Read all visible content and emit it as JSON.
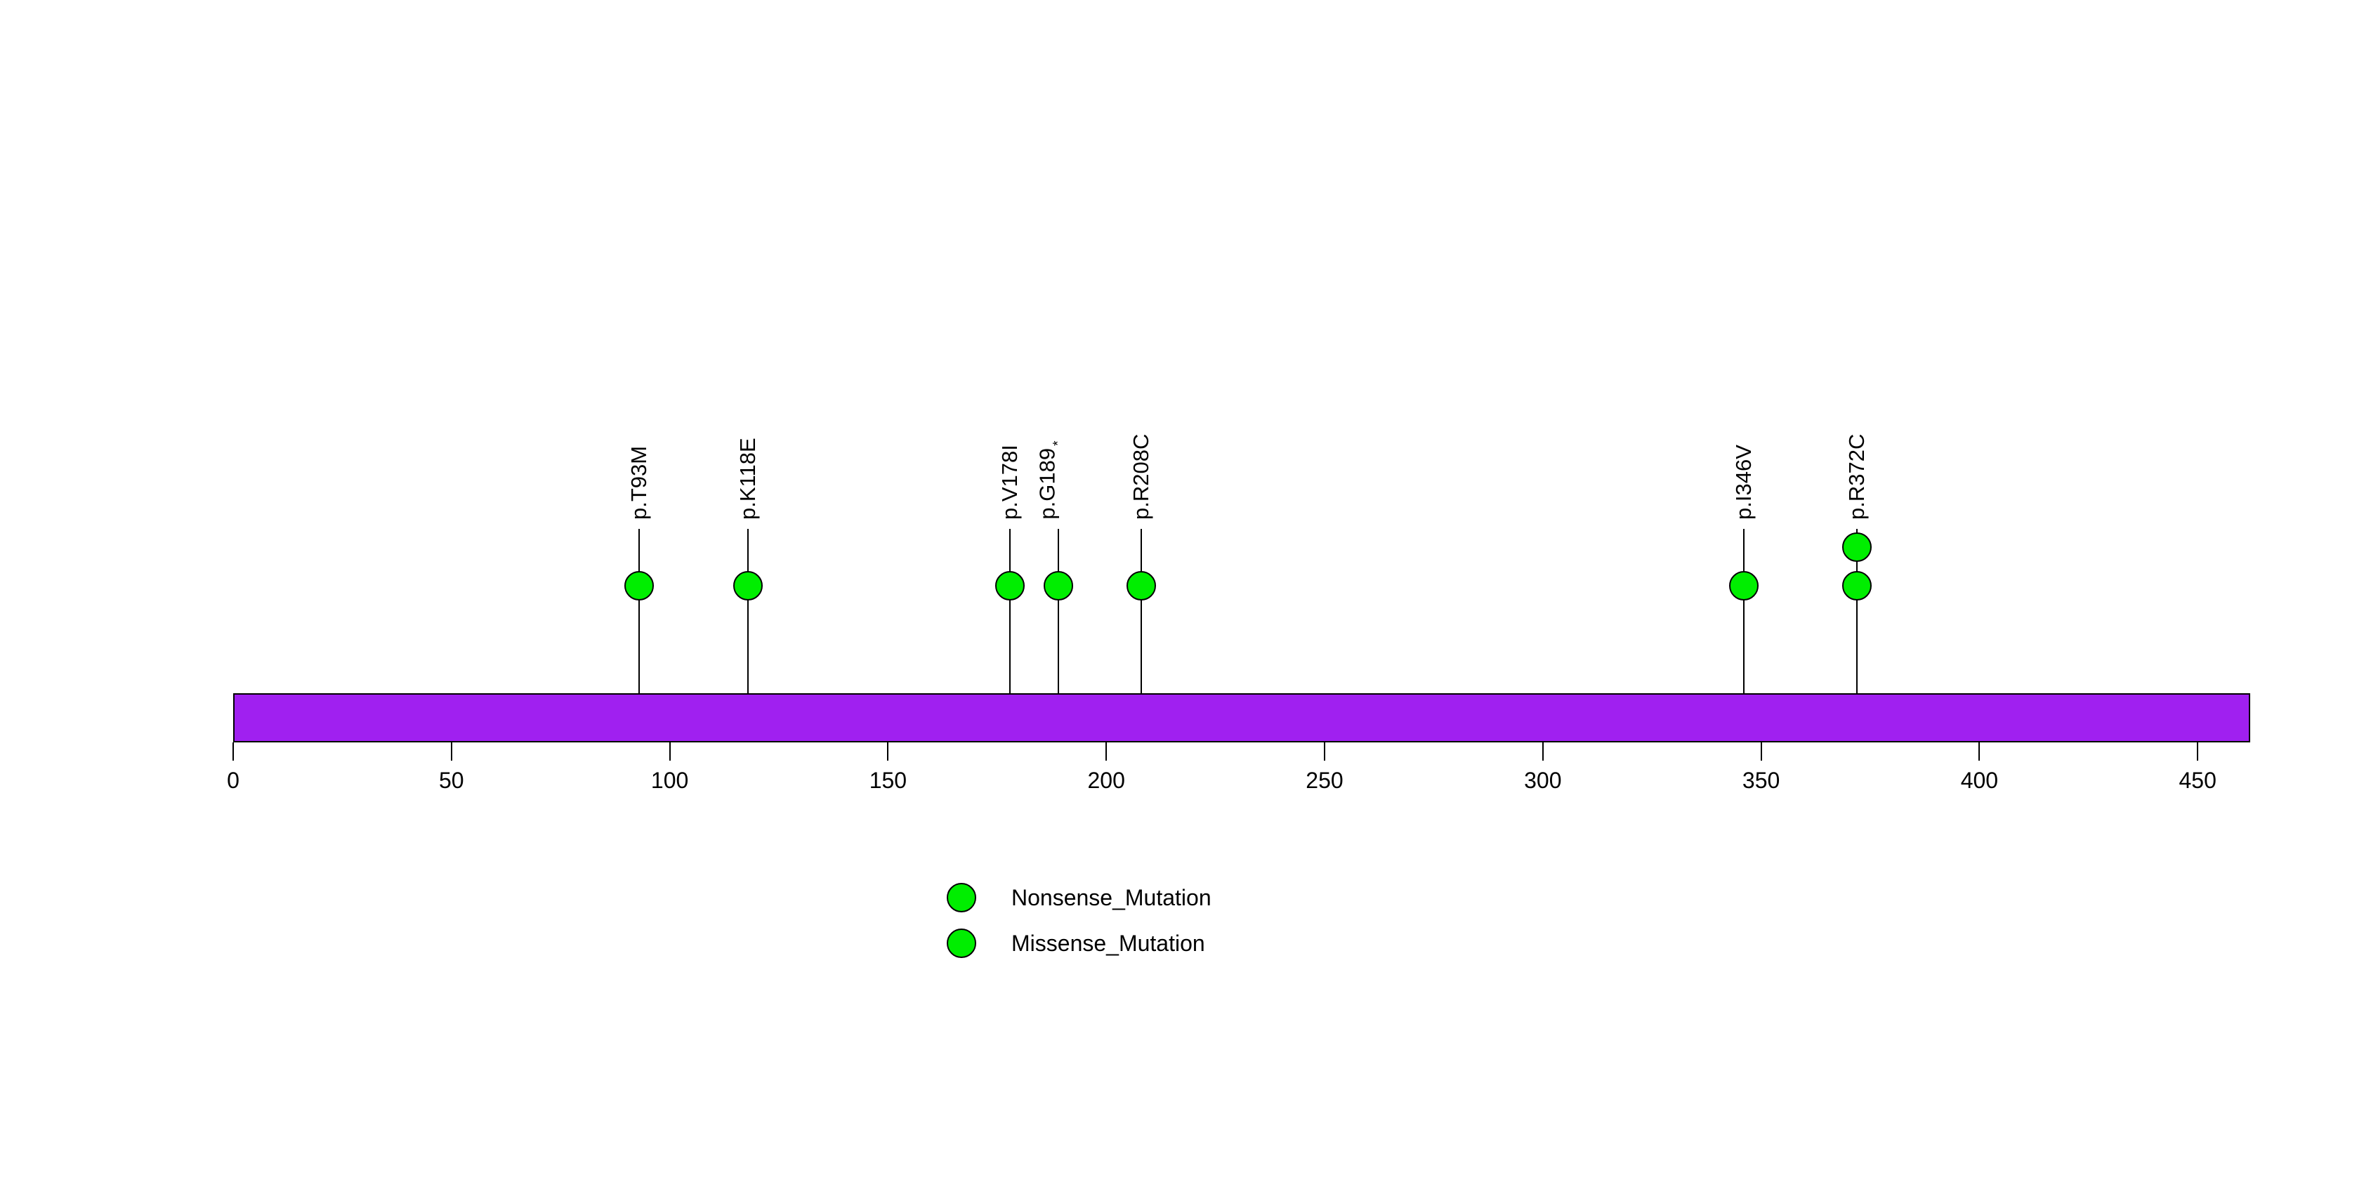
{
  "chart_data": {
    "type": "lollipop",
    "title": "",
    "xlim": [
      0,
      462
    ],
    "x_ticks": [
      0,
      50,
      100,
      150,
      200,
      250,
      300,
      350,
      400,
      450
    ],
    "grid": false,
    "protein_bar": {
      "start": 0,
      "end": 462,
      "color": "#A020F0"
    },
    "point_color": "#00EE00",
    "stem_color": "#000000",
    "mutations": [
      {
        "label": "p.T93M",
        "position": 93,
        "count": 1
      },
      {
        "label": "p.K118E",
        "position": 118,
        "count": 1
      },
      {
        "label": "p.V178I",
        "position": 178,
        "count": 1
      },
      {
        "label": "p.G189*",
        "position": 189,
        "count": 1
      },
      {
        "label": "p.R208C",
        "position": 208,
        "count": 1
      },
      {
        "label": "p.I346V",
        "position": 346,
        "count": 1
      },
      {
        "label": "p.R372C",
        "position": 372,
        "count": 2
      }
    ],
    "legend": {
      "position": "bottom-center",
      "items": [
        {
          "label": "Nonsense_Mutation",
          "color": "#00EE00"
        },
        {
          "label": "Missense_Mutation",
          "color": "#00EE00"
        }
      ]
    }
  }
}
